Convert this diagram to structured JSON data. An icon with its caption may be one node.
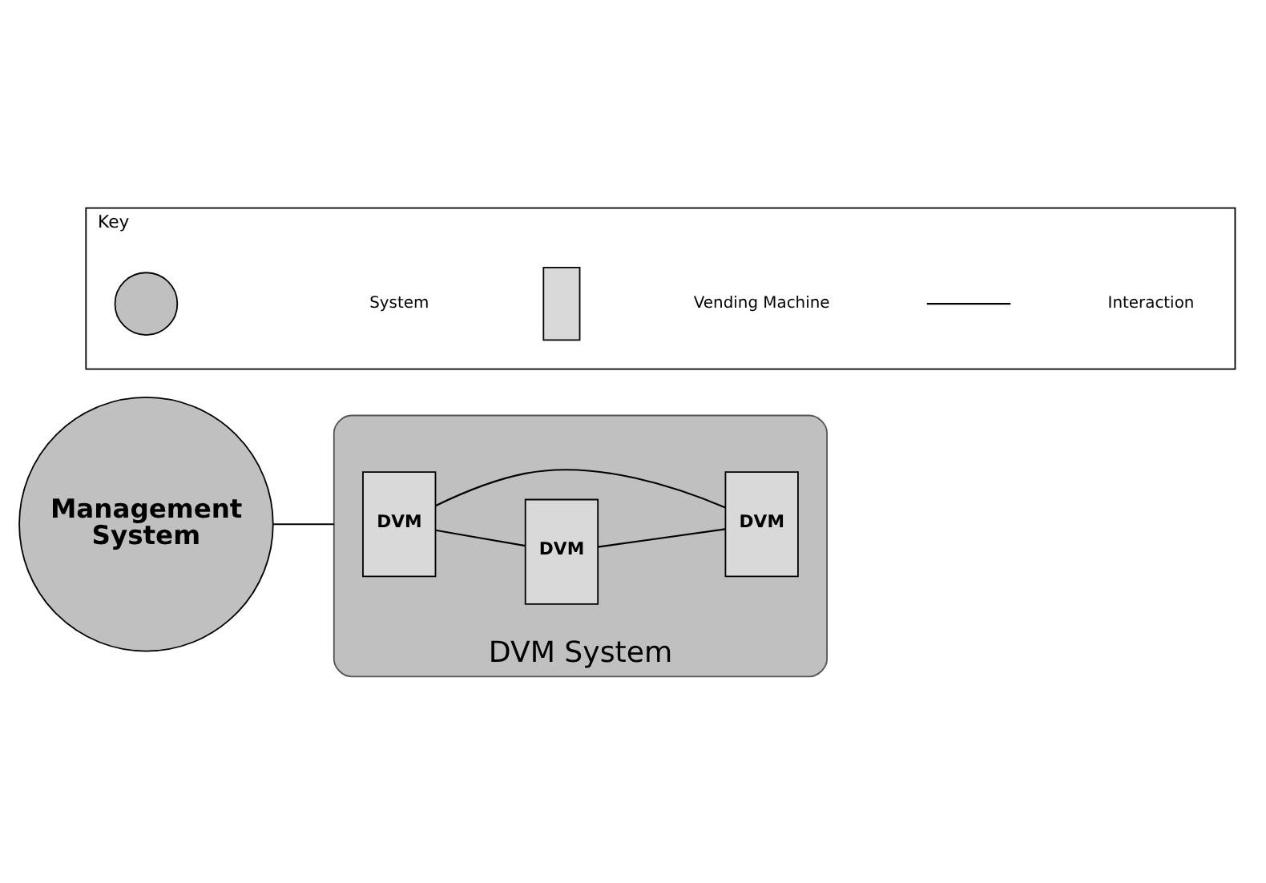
{
  "diagram": {
    "nodes": [
      {
        "text": [
          "Management System"
        ]
      },
      {
        "text": [
          "DVM System"
        ]
      },
      {
        "text": [
          "DVM"
        ],
        "in": 1
      },
      {
        "text": [
          "DVM"
        ],
        "in": 1
      },
      {
        "text": [
          "DVM"
        ],
        "in": 1
      },
      {
        "text": [
          "Key"
        ]
      },
      {
        "text": [],
        "shape": "circle",
        "in": 5
      },
      {
        "text": [],
        "shape": "box",
        "in": 5
      }
    ],
    "edges": [
      {
        "from": 0,
        "to": 1,
        "arrow": "none"
      },
      {
        "from": 2,
        "to": 3,
        "arrow": "none"
      },
      {
        "from": 2,
        "to": 4,
        "arrow": "none"
      },
      {
        "from": 3,
        "to": 4,
        "arrow": "none"
      }
    ],
    "legend": [
      {
        "text": "System"
      },
      {
        "text": "Vending Machine"
      },
      {
        "text": "Interaction"
      }
    ]
  }
}
